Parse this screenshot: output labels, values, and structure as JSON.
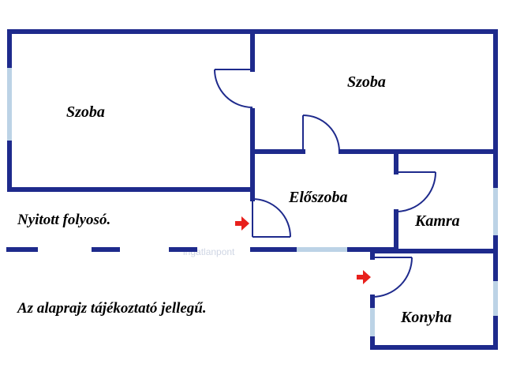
{
  "rooms": {
    "szoba_left": "Szoba",
    "szoba_right": "Szoba",
    "eloszoba": "Előszoba",
    "kamra": "Kamra",
    "konyha": "Konyha"
  },
  "notes": {
    "corridor": "Nyitott folyosó.",
    "disclaimer": "Az alaprajz tájékoztató jellegű."
  },
  "watermark": "ingatlanpont",
  "colors": {
    "wall": "#1e2a8c",
    "window": "#bcd3e6",
    "entry_arrow": "#e8201c"
  },
  "icons": [
    "door-swing-icon",
    "entry-arrow-icon"
  ]
}
